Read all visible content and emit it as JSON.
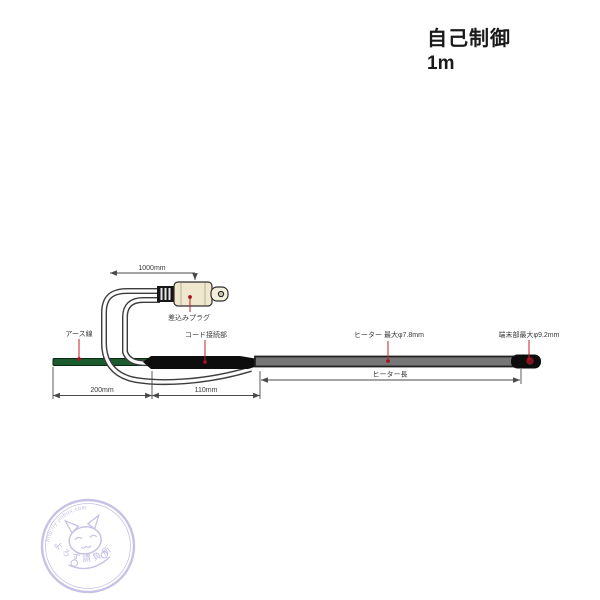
{
  "header": {
    "title": "自己制御",
    "size": "1m"
  },
  "diagram": {
    "labels": {
      "plug": "差込みプラグ",
      "earth_wire": "アース線",
      "cord_joint": "コード接続部",
      "heater_diameter": "ヒーター 最大φ7.8mm",
      "end_diameter": "端末部最大φ9.2mm"
    },
    "dimensions": {
      "cord_length": "1000mm",
      "earth_section": "200mm",
      "joint_section": "110mm",
      "heater_length_label": "ヒーター長"
    },
    "colors": {
      "leader_red": "#c5201f",
      "dot_red": "#a6121d",
      "earth_green": "#1a5c2e",
      "heater_gray": "#767676",
      "plug_cream": "#efe8cf",
      "line_gray": "#4a4a4a",
      "black_part": "#0d0d0d"
    }
  },
  "watermark": {
    "top_text": "http://y-jinbox.com",
    "bottom_text": "よろず請負所",
    "color": "#9b92cf"
  }
}
